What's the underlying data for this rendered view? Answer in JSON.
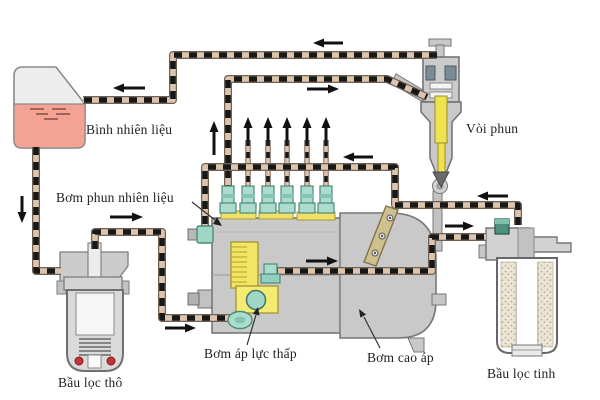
{
  "labels": {
    "fuel_tank": "Bình nhiên liệu",
    "injection_pump": "Bơm phun nhiên liệu",
    "injector": "Vòi phun",
    "coarse_filter": "Bầu lọc thô",
    "low_pressure_pump": "Bơm áp lực thấp",
    "high_pressure_pump": "Bơm cao áp",
    "fine_filter": "Bầu lọc tinh"
  },
  "colors": {
    "background": "#ffffff",
    "fuel_liquid": "#f3a294",
    "pipe_base": "#dcc4ae",
    "pipe_dash": "#181818",
    "component_gray": "#c9c9c9",
    "fitting_teal": "#abdccd",
    "pump_yellow": "#f2e464",
    "needle_yellow": "#eee24f",
    "lever_tan": "#cfc08f",
    "filter_media": "#ece6d8",
    "arrow_black": "#111111",
    "text": "#1f1f1f"
  }
}
